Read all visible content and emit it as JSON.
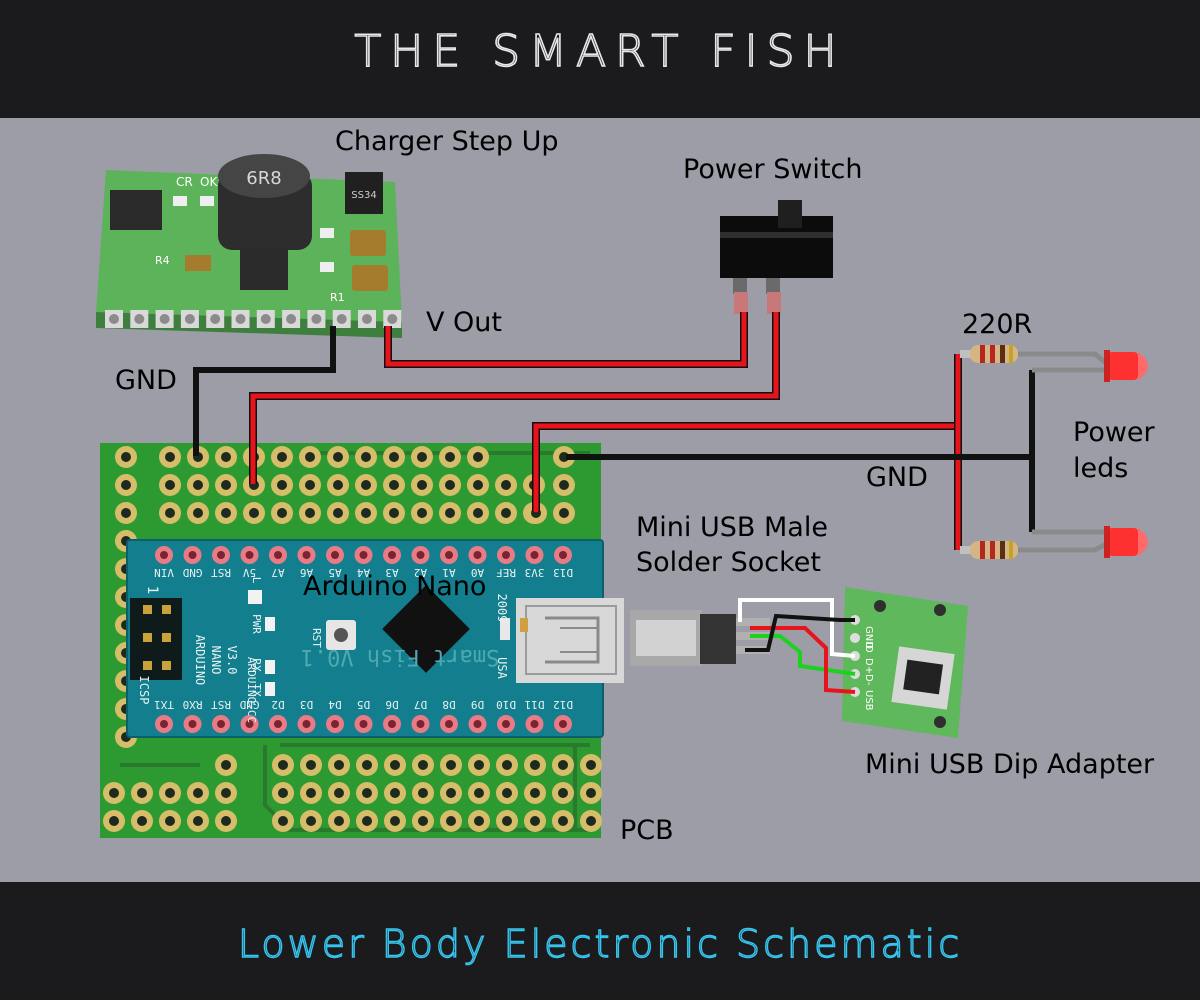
{
  "header": {
    "title": "THE SMART FISH"
  },
  "footer": {
    "subtitle": "Lower Body Electronic Schematic"
  },
  "components": {
    "charger": {
      "label": "Charger Step Up",
      "markings": [
        "CR",
        "OK",
        "6R8",
        "R1",
        "R4",
        "SS34"
      ]
    },
    "power_switch": {
      "label": "Power Switch"
    },
    "resistor": {
      "label": "220R"
    },
    "power_leds": {
      "label_line1": "Power",
      "label_line2": "leds"
    },
    "usb_socket": {
      "label_line1": "Mini USB Male",
      "label_line2": "Solder Socket"
    },
    "usb_adapter": {
      "label": "Mini USB Dip Adapter",
      "pins": [
        "GND",
        "ID",
        "D+",
        "D-",
        "USB"
      ]
    },
    "arduino": {
      "label": "Arduino Nano",
      "top_pins": [
        "D13",
        "3V3",
        "REF",
        "A0",
        "A1",
        "A2",
        "A3",
        "A4",
        "A5",
        "A6",
        "A7",
        "5V",
        "RST",
        "GND",
        "VIN"
      ],
      "bottom_pins": [
        "D12",
        "D11",
        "D10",
        "D9",
        "D8",
        "D7",
        "D6",
        "D5",
        "D4",
        "D3",
        "D2",
        "GND",
        "RST",
        "RX0",
        "TX1"
      ],
      "board_text": [
        "ARDUINO",
        "NANO",
        "V3.0",
        "ARDUINO.CC",
        "ICSP",
        "2009",
        "USA",
        "PWR",
        "RX",
        "TX",
        "RST",
        "L",
        "1"
      ],
      "silk_text": "Smart Fish V0.1"
    },
    "pcb": {
      "label": "PCB"
    }
  },
  "wires": {
    "v_out_label": "V Out",
    "gnd_label": "GND",
    "gnd_label_2": "GND"
  },
  "colors": {
    "background": "#9d9da8",
    "banner": "#1b1b1d",
    "title_outline": "#e8e8ea",
    "subtitle_outline": "#36c5ef",
    "wire_red": "#e8141b",
    "wire_black": "#111111",
    "wire_green": "#1fd11f",
    "wire_white": "#ffffff",
    "pcb_green": "#2d9a31",
    "arduino_teal": "#137f8e",
    "charger_green": "#58b055",
    "led_red": "#ff3030"
  }
}
